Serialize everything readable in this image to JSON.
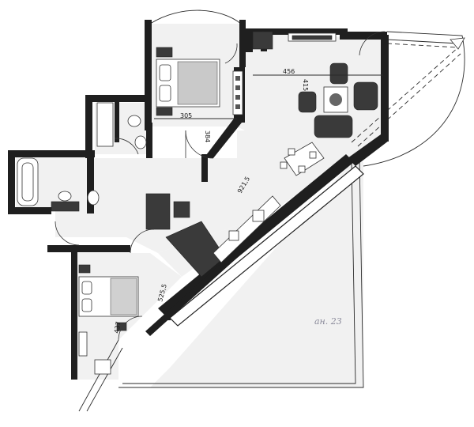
{
  "dimensions": {
    "bedroom_top_width": "305",
    "bedroom_top_depth": "384",
    "living_width": "456",
    "living_depth": "415",
    "corridor_length": "921,5",
    "kitchen_length": "525,5",
    "bedroom_bottom_depth": "437"
  },
  "annotation": {
    "pencil_note": "ан. 23"
  },
  "colors": {
    "wall": "#1f1f1f",
    "floor": "#f1f1f1",
    "furniture_dark": "#3a3a3a"
  }
}
